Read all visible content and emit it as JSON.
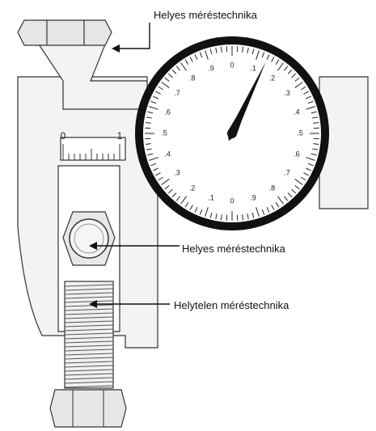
{
  "annotations": [
    {
      "text": "Helyes méréstechnika"
    },
    {
      "text": "Helyes méréstechnika"
    },
    {
      "text": "Helytelen méréstechnika"
    }
  ],
  "main_scale": {
    "ticks": [
      "0",
      "1"
    ]
  },
  "dial": {
    "labels": [
      "0",
      ".1",
      ".2",
      ".3",
      ".4",
      ".5",
      ".6",
      ".7",
      ".8",
      ".9",
      "0",
      ".1",
      ".2",
      ".3",
      ".4",
      ".5",
      ".6",
      ".7",
      ".8",
      ".9"
    ],
    "needle_reading": 0.07
  },
  "colors": {
    "outline": "#333333",
    "part_fill": "#f3f3f3",
    "dial_ring": "#111111"
  }
}
